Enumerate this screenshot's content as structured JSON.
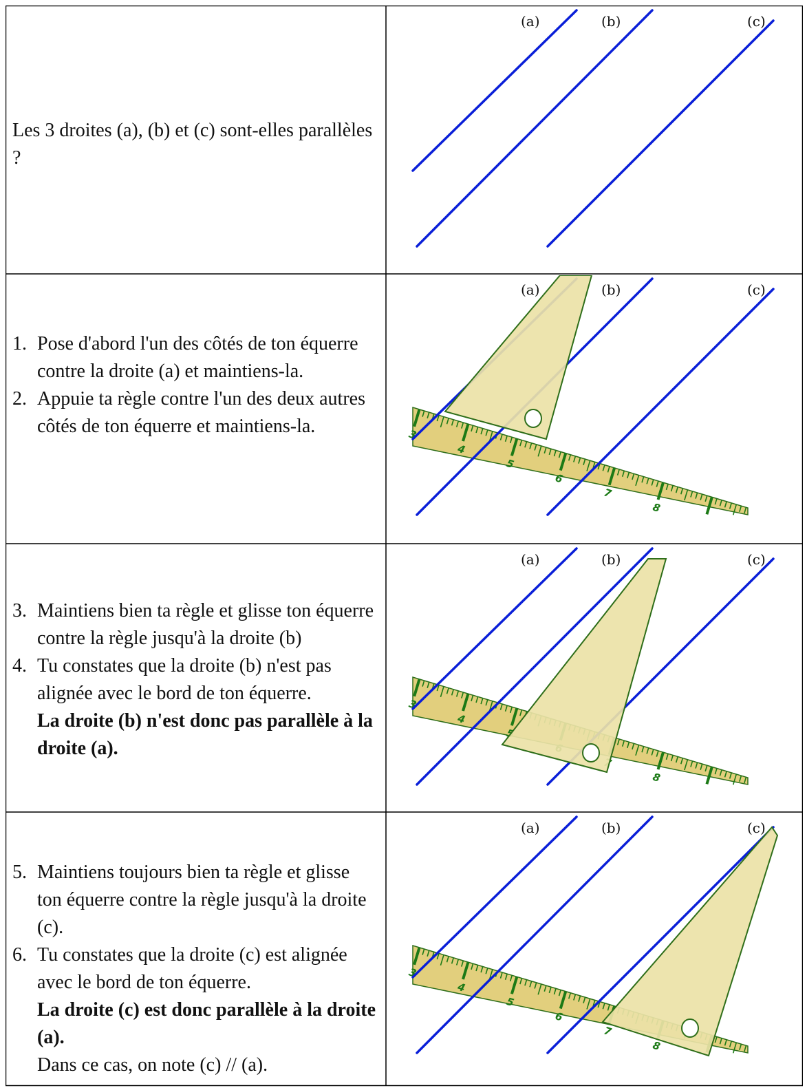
{
  "rows": [
    {
      "question": "Les 3 droites (a), (b) et (c) sont-elles parallèles ?",
      "figure_state": "lines-only"
    },
    {
      "steps": [
        {
          "num": "1.",
          "text": "Pose d'abord l'un des côtés de ton équerre contre la droite (a) et maintiens-la."
        },
        {
          "num": "2.",
          "text": "Appuie ta règle contre l'un des deux autres côtés de ton équerre et maintiens-la."
        }
      ],
      "figure_state": "square-on-a"
    },
    {
      "steps": [
        {
          "num": "3.",
          "text": "Maintiens bien ta règle et glisse ton équerre contre la règle jusqu'à la droite (b)"
        },
        {
          "num": "4.",
          "text": "Tu constates que la droite (b) n'est pas alignée avec le bord de ton équerre.",
          "bold": "La droite (b) n'est donc pas parallèle à la droite (a)."
        }
      ],
      "figure_state": "square-at-b"
    },
    {
      "steps": [
        {
          "num": "5.",
          "text": "Maintiens toujours bien ta règle et glisse ton équerre contre la règle jusqu'à la droite (c)."
        },
        {
          "num": "6.",
          "text": "Tu constates que la droite (c) est alignée avec le bord de ton équerre.",
          "bold": "La droite (c) est donc parallèle à la droite (a).",
          "note": "Dans ce cas, on note (c) // (a)."
        }
      ],
      "figure_state": "square-at-c"
    }
  ],
  "line_labels": [
    "(a)",
    "(b)",
    "(c)"
  ],
  "ruler_numbers": [
    "3",
    "4",
    "5",
    "6",
    "7",
    "8"
  ],
  "colors": {
    "line": "#0a1fd8",
    "square_fill": "#ece2a7",
    "square_stroke": "#2e6e1a",
    "ruler_fill": "#e2cf7d",
    "ruler_tick": "#1c7a16",
    "border": "#000000"
  }
}
